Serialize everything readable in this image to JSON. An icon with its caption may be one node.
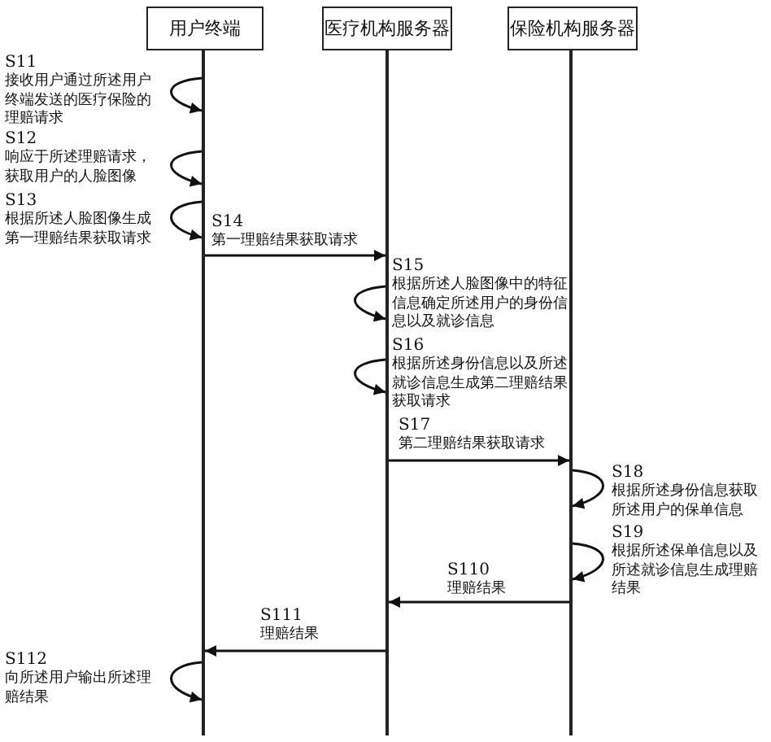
{
  "diagram": {
    "nodes": [
      {
        "text": [
          "用户终端"
        ]
      },
      {
        "text": [
          "医疗机构服务器"
        ]
      },
      {
        "text": [
          "保险机构服务器"
        ]
      }
    ],
    "edges": [
      {
        "from": 0,
        "to": 0,
        "arrow": "to",
        "label": "S11 接收用户通过所述用户终端发送的医疗保险的理赔请求"
      },
      {
        "from": 0,
        "to": 0,
        "arrow": "to",
        "label": "S12 响应于所述理赔请求，获取用户的人脸图像"
      },
      {
        "from": 0,
        "to": 0,
        "arrow": "to",
        "label": "S13 根据所述人脸图像生成第一理赔结果获取请求"
      },
      {
        "from": 0,
        "to": 1,
        "arrow": "to",
        "label": "S14 第一理赔结果获取请求"
      },
      {
        "from": 1,
        "to": 1,
        "arrow": "to",
        "label": "S15 根据所述人脸图像中的特征信息确定所述用户的身份信息以及就诊信息"
      },
      {
        "from": 1,
        "to": 1,
        "arrow": "to",
        "label": "S16 根据所述身份信息以及所述就诊信息生成第二理赔结果获取请求"
      },
      {
        "from": 1,
        "to": 2,
        "arrow": "to",
        "label": "S17 第二理赔结果获取请求"
      },
      {
        "from": 2,
        "to": 2,
        "arrow": "to",
        "label": "S18 根据所述身份信息获取所述用户的保单信息"
      },
      {
        "from": 2,
        "to": 2,
        "arrow": "to",
        "label": "S19 根据所述保单信息以及所述就诊信息生成理赔结果"
      },
      {
        "from": 2,
        "to": 1,
        "arrow": "to",
        "label": "S110 理赔结果"
      },
      {
        "from": 1,
        "to": 0,
        "arrow": "to",
        "label": "S111 理赔结果"
      },
      {
        "from": 0,
        "to": 0,
        "arrow": "to",
        "label": "S112 向所述用户输出所述理赔结果"
      }
    ]
  }
}
